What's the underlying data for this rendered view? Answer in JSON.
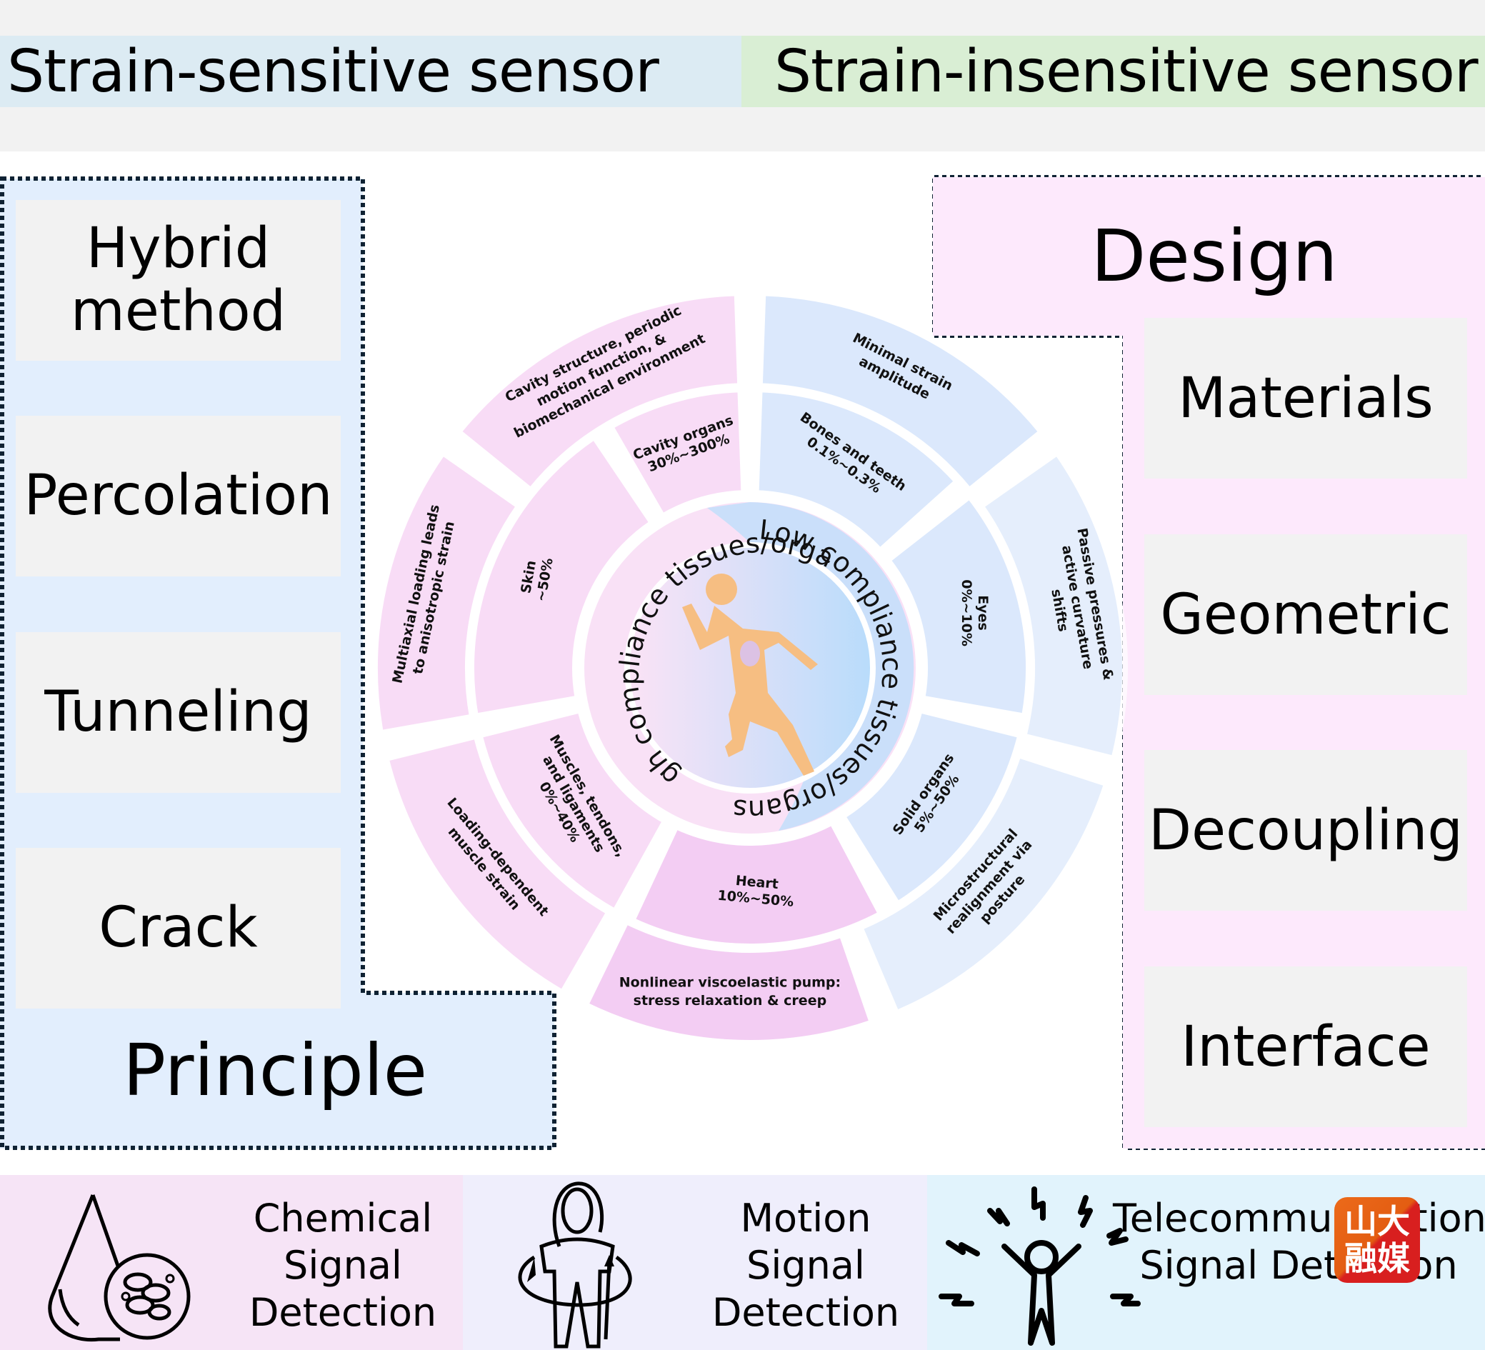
{
  "header": {
    "left_title": "Strain-sensitive sensor",
    "right_title": "Strain-insensitive sensor",
    "left_color": "#dcebf3",
    "right_color": "#d9eed4"
  },
  "principle": {
    "title": "Principle",
    "items": [
      "Hybrid method",
      "Percolation",
      "Tunneling",
      "Crack"
    ]
  },
  "design": {
    "title": "Design",
    "items": [
      "Materials",
      "Geometric",
      "Decoupling",
      "Interface"
    ]
  },
  "diagram": {
    "center_icon": "running-human-anatomy-icon",
    "high_label": "High compliance tissues/organs",
    "low_label": "Low compliance tissues/organs",
    "inner_ring": [
      {
        "name": "Cavity organs",
        "range": "30%~300%",
        "icon": "intestine-icon",
        "group": "high"
      },
      {
        "name": "Bones and teeth",
        "range": "0.1%~0.3%",
        "icon": "bone-icon",
        "group": "low"
      },
      {
        "name": "Eyes",
        "range": "0%~10%",
        "icon": "eyeball-icon",
        "group": "low"
      },
      {
        "name": "Solid organs",
        "range": "5%~50%",
        "icon": "liver-icon",
        "group": "low"
      },
      {
        "name": "Heart",
        "range": "10%~50%",
        "icon": "heart-icon",
        "group": "high"
      },
      {
        "name": "Muscles, tendons, and ligaments",
        "range": "0%~40%",
        "icon": "muscle-icon",
        "group": "high"
      },
      {
        "name": "Skin",
        "range": "~50%",
        "icon": "skin-icon",
        "group": "high"
      }
    ],
    "outer_ring": [
      {
        "text": "Cavity structure, periodic motion function, & biomechanical environment",
        "group": "high"
      },
      {
        "text": "Minimal strain amplitude",
        "group": "low"
      },
      {
        "text": "Passive pressures & active curvature shifts",
        "group": "low"
      },
      {
        "text": "Microstructural realignment via posture",
        "group": "low"
      },
      {
        "text": "Nonlinear viscoelastic pump: stress relaxation & creep",
        "group": "high"
      },
      {
        "text": "Loading-dependent muscle strain",
        "group": "high"
      },
      {
        "text": "Multiaxial loading leads to anisotropic strain",
        "group": "high"
      }
    ],
    "colors": {
      "high": "#f8dcf6",
      "low": "#dbe8fc",
      "high_dark": "#f3cdf3",
      "low_dark": "#bfdcfb"
    }
  },
  "applications": [
    {
      "label": "Chemical Signal Detection",
      "icon": "blood-drop-cells-icon",
      "bg": "#f6e4f6"
    },
    {
      "label": "Motion Signal Detection",
      "icon": "rotating-body-icon",
      "bg": "#efeefc"
    },
    {
      "label": "Telecommunication Signal Detection",
      "icon": "person-signals-icon",
      "bg": "#e1f3fc"
    }
  ],
  "watermark": {
    "line1": "山大",
    "line2": "融媒"
  }
}
